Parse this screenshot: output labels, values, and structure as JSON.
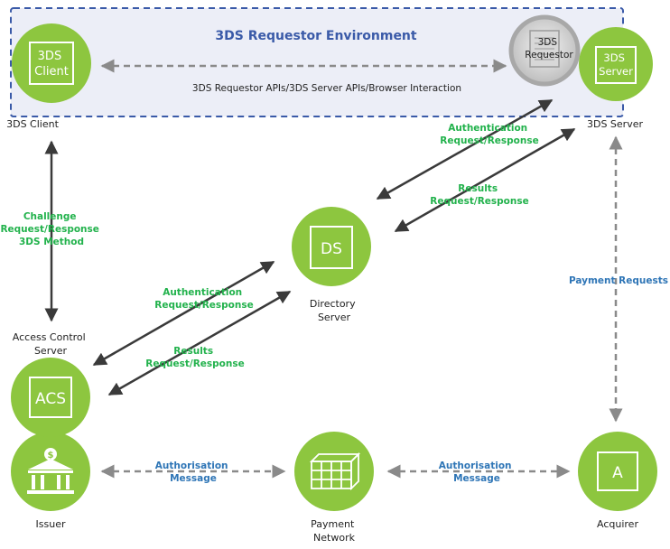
{
  "environment": {
    "title": "3DS Requestor Environment"
  },
  "nodes": {
    "client": {
      "icon_text": "3DS\nClient",
      "label": "3DS Client"
    },
    "requestor": {
      "icon_text": "3DS\nRequestor"
    },
    "server": {
      "icon_text": "3DS\nServer",
      "label": "3DS Server"
    },
    "ds": {
      "icon_text": "DS",
      "label_line1": "Directory",
      "label_line2": "Server"
    },
    "acs": {
      "icon_text": "ACS",
      "label_line1": "Access Control",
      "label_line2": "Server"
    },
    "issuer": {
      "label": "Issuer"
    },
    "network": {
      "label_line1": "Payment",
      "label_line2": "Network"
    },
    "acquirer": {
      "icon_text": "A",
      "label": "Acquirer"
    }
  },
  "edges": {
    "env_interaction": "3DS Requestor APIs/3DS Server APIs/Browser Interaction",
    "challenge": {
      "line1": "Challenge",
      "line2": "Request/Response",
      "line3": "3DS Method"
    },
    "auth_upper": {
      "line1": "Authentication",
      "line2": "Request/Response"
    },
    "results_upper": {
      "line1": "Results",
      "line2": "Request/Response"
    },
    "auth_lower": {
      "line1": "Authentication",
      "line2": "Request/Response"
    },
    "results_lower": {
      "line1": "Results",
      "line2": "Request/Response"
    },
    "payment_requests": "Payment Requests",
    "auth_msg_left": {
      "line1": "Authorisation",
      "line2": "Message"
    },
    "auth_msg_right": {
      "line1": "Authorisation",
      "line2": "Message"
    }
  },
  "colors": {
    "node_green": "#8dc63f",
    "edge_label_green": "#22b24c",
    "edge_label_blue": "#2e75b6",
    "env_border": "#3a5aa8",
    "env_fill": "#eceef7"
  }
}
